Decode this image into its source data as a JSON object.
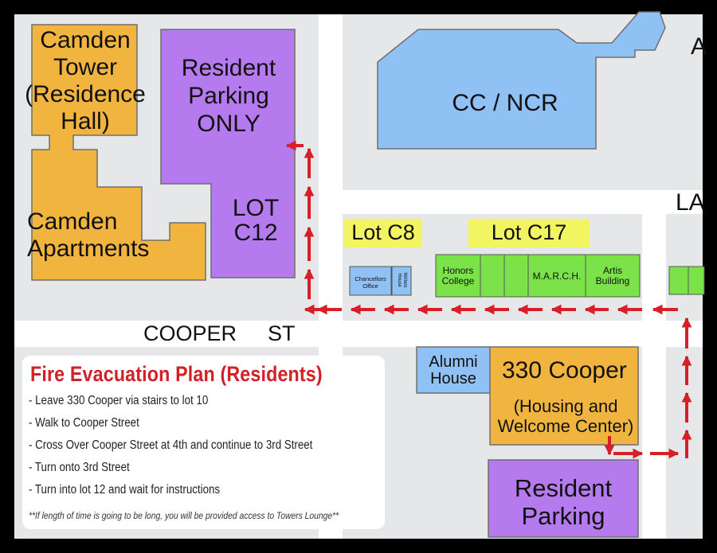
{
  "map": {
    "buildings": {
      "camden_tower": [
        "Camden",
        "Tower",
        "(Residence",
        "Hall)"
      ],
      "camden_apartments": [
        "Camden",
        "Apartments"
      ],
      "resident_parking_only": [
        "Resident",
        "Parking",
        "ONLY"
      ],
      "lot_c12": [
        "LOT",
        "C12"
      ],
      "cc_ncr": "CC / NCR",
      "lot_c8": "Lot C8",
      "lot_c17": "Lot C17",
      "chancellors_office": [
        "Chancellors",
        "Office"
      ],
      "writers_house": [
        "Writers",
        "House"
      ],
      "honors_college": [
        "Honors",
        "College"
      ],
      "march": "M.A.R.C.H.",
      "artis_building": [
        "Artis",
        "Building"
      ],
      "alumni_house": [
        "Alumni",
        "House"
      ],
      "cooper_330": "330 Cooper",
      "housing_welcome": [
        "(Housing and",
        "Welcome Center)"
      ],
      "resident_parking": [
        "Resident",
        "Parking"
      ]
    },
    "streets": {
      "cooper": "COOPER",
      "st": "ST",
      "edge_top": "A",
      "edge_mid": "LA"
    },
    "colors": {
      "background": "#e6e7e8",
      "road": "#ffffff",
      "orange": "#f1b43f",
      "purple": "#b57bee",
      "blue": "#8fc1f4",
      "green": "#7be24a",
      "yellow": "#f2f561",
      "route": "#d61f26"
    }
  },
  "legend": {
    "title": "Fire Evacuation Plan (Residents)",
    "steps": [
      "- Leave 330 Cooper via stairs to lot 10",
      "- Walk to Cooper Street",
      "- Cross Over Cooper Street at 4th and continue to 3rd Street",
      "- Turn onto 3rd Street",
      "- Turn into lot 12 and wait for instructions"
    ],
    "note": "**If length of time is going to be long, you will be provided access to Towers Lounge**"
  }
}
